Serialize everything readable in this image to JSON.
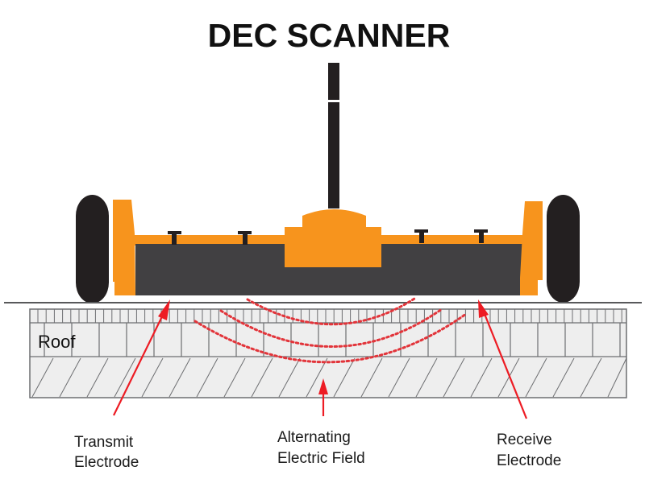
{
  "title": "DEC SCANNER",
  "roof_label": "Roof",
  "labels": {
    "transmit": [
      "Transmit",
      "Electrode"
    ],
    "field": [
      "Alternating",
      "Electric Field"
    ],
    "receive": [
      "Receive",
      "Electrode"
    ]
  },
  "colors": {
    "scanner_body": "#f7941d",
    "scanner_base": "#414042",
    "wheel": "#231f20",
    "arrow": "#ed1c24",
    "field_lines": "#e2343a",
    "roof_fill": "#eeeeee",
    "roof_lines": "#6d6e71"
  },
  "icons": {
    "wheel": "wheel-icon",
    "handle": "handle-icon",
    "electrode": "electrode-icon",
    "arrow": "arrow-icon"
  }
}
